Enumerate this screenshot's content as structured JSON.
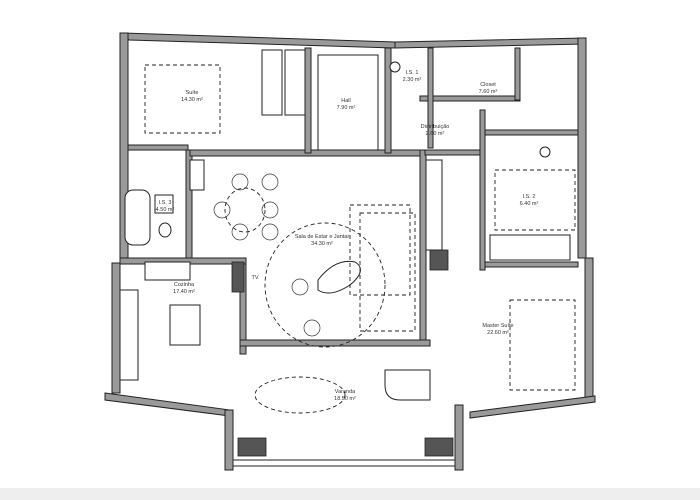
{
  "rooms": [
    {
      "name": "Suíte",
      "area": "14.30 m²"
    },
    {
      "name": "Hall",
      "area": "7.90 m²"
    },
    {
      "name": "I.S. 1",
      "area": "2.30 m²"
    },
    {
      "name": "Closet",
      "area": "7.60 m²"
    },
    {
      "name": "Distribuição",
      "area": "2.60 m²"
    },
    {
      "name": "I.S. 2",
      "area": "6.40 m²"
    },
    {
      "name": "I.S. 3",
      "area": "4.50 m²"
    },
    {
      "name": "Sala de Estar e Jantar",
      "area": "34.30 m²"
    },
    {
      "name": "Cozinha",
      "area": "17.40 m²"
    },
    {
      "name": "Master Suíte",
      "area": "22.60 m²"
    },
    {
      "name": "Varanda",
      "area": "18.50 m²"
    }
  ],
  "tv_label": "TV"
}
